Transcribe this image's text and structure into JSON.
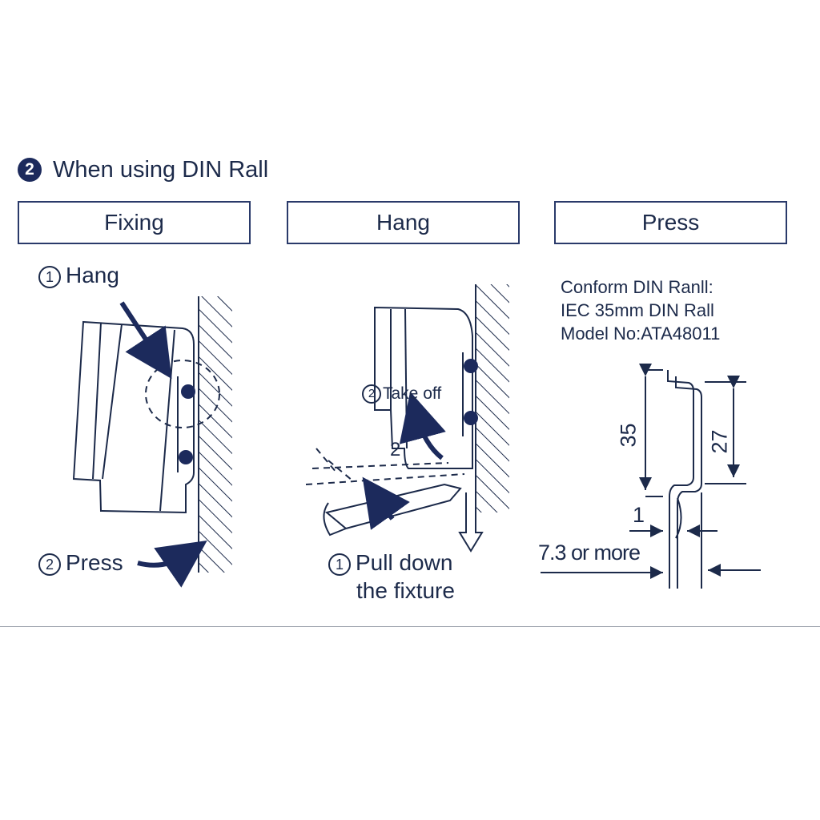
{
  "section": {
    "number": "2",
    "title": "When using DIN Rall"
  },
  "tabs": [
    "Fixing",
    "Hang",
    "Press"
  ],
  "fixing": {
    "step1": {
      "num": "1",
      "label": "Hang"
    },
    "step2": {
      "num": "2",
      "label": "Press"
    }
  },
  "hang": {
    "step2": {
      "num": "2",
      "label": "Take off"
    },
    "mark": "2",
    "step1": {
      "num": "1",
      "line1": "Pull down",
      "line2": "the fixture"
    }
  },
  "press": {
    "spec_lines": [
      "Conform DIN Ranll:",
      "IEC 35mm DIN Rall",
      "Model No:ATA48011"
    ],
    "dims": {
      "height_outer": "35",
      "height_inner": "27",
      "thickness": "1",
      "clearance": "7.3 or more"
    }
  },
  "colors": {
    "ink": "#1c2a4a",
    "fill": "#1c2a5c"
  }
}
